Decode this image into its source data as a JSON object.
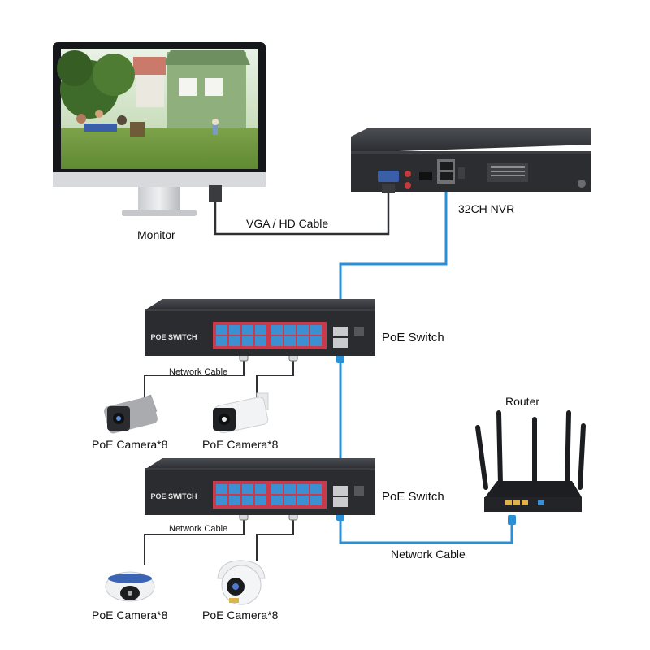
{
  "labels": {
    "monitor": "Monitor",
    "vga_cable": "VGA / HD Cable",
    "nvr": "32CH NVR",
    "poe_switch_1": "PoE Switch",
    "poe_switch_2": "PoE Switch",
    "network_cable_1": "Network Cable",
    "network_cable_2": "Network Cable",
    "network_cable_main": "Network Cable",
    "router": "Router",
    "camera_1": "PoE Camera*8",
    "camera_2": "PoE Camera*8",
    "camera_3": "PoE Camera*8",
    "camera_4": "PoE Camera*8"
  },
  "device_text": {
    "switch_face_1": "POE SWITCH",
    "switch_face_2": "POE SWITCH"
  },
  "colors": {
    "network_cable": "#2b8fd6",
    "vga_cable": "#333333",
    "device_body": "#2a2c30",
    "port_panel": "#c93a4a",
    "port": "#3c8fd0"
  }
}
